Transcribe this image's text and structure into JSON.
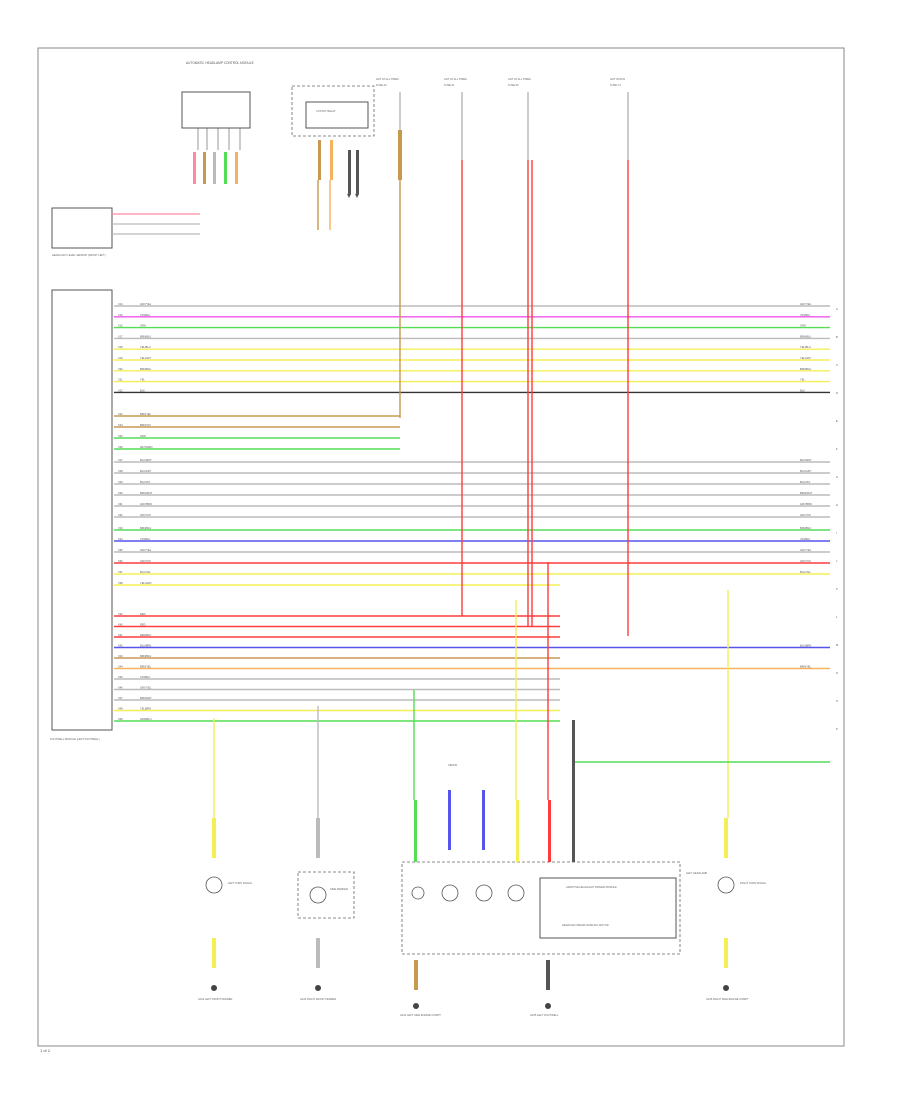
{
  "diagram": {
    "page_label": "1 of 2",
    "modules": {
      "ctrl_module": "AUTOMATIC HEADLAMP CONTROL MODULE",
      "headlamp_sensor": "HEADLIGHT LEVEL SENSOR (FRONT LEFT)",
      "footwell_module": "FOOTWELL MODULE (LEFT FOOTWELL)",
      "headlamp_assembly": "ADAPTIVE HEADLIGHT DRIVER MODULE",
      "cutout_relay": "CUTOUT RELAY",
      "headlamp_unit_label": "LEFT HEADLAMP",
      "leveling_motor": "HEADLIGHT BEAM LEVELING MOTOR",
      "xenon_label": "XENON",
      "turn_lamp_left": "LEFT TURN SIGNAL",
      "side_marker": "SIDE MARKER",
      "turn_lamp_right": "RIGHT TURN SIGNAL"
    },
    "fuses": [
      {
        "label": "HOT AT ALL TIMES",
        "name": "FUSE 23"
      },
      {
        "label": "HOT AT ALL TIMES",
        "name": "FUSE 41"
      },
      {
        "label": "HOT AT ALL TIMES",
        "name": "FUSE 56"
      },
      {
        "label": "HOT IN RUN",
        "name": "FUSE 74"
      }
    ],
    "grounds": [
      {
        "label": "G102 LEFT FRONT FENDER"
      },
      {
        "label": "G103 RIGHT FRONT FENDER"
      },
      {
        "label": "G104 LEFT SIDE ENGINE COMPT"
      },
      {
        "label": "G105 LEFT FOOTWELL"
      },
      {
        "label": "G106 RIGHT SIDE ENGINE COMPT"
      }
    ],
    "pin_labels": [
      "X14",
      "X15",
      "X16",
      "X17",
      "X18",
      "X19",
      "X20",
      "X21",
      "X22",
      "X23",
      "X24",
      "X25",
      "X26",
      "X27",
      "X28",
      "X29",
      "X30",
      "X31",
      "X32",
      "X33",
      "X34",
      "X35",
      "X36",
      "X37",
      "X38",
      "X39",
      "X40",
      "X41",
      "X42",
      "X43",
      "X44",
      "X45",
      "X46",
      "X47",
      "X48",
      "X49"
    ],
    "wire_labels": [
      "GRY/YEL",
      "VIO/BLU",
      "GRN",
      "BRN/BLU",
      "YEL/BLU",
      "YEL/GRY",
      "BRN/BLU",
      "YEL",
      "BLK",
      "BRN/YEL",
      "BRN/VIO",
      "GRN",
      "WHT/GRN",
      "BLU/WHT",
      "BLU/GRY",
      "BLU/VIO",
      "BRN/WHT",
      "GRY/BRN",
      "GRY/VIO",
      "BRN/BLU",
      "VIO/BLU",
      "GRY/YEL",
      "GRY/VIO",
      "BLU/YEL",
      "YEL/GRN",
      "RED",
      "RED",
      "RED/BLU",
      "BLU/BRN",
      "BRN/BLU",
      "BRN/YEL",
      "VIO/BLU",
      "GRY/YEL",
      "BRN/GRY",
      "YEL/BRN",
      "GRN/BLU"
    ],
    "right_refs": [
      "A",
      "B",
      "C",
      "D",
      "E",
      "F",
      "G",
      "H",
      "I",
      "J",
      "K",
      "L",
      "M",
      "N",
      "O",
      "P"
    ],
    "colors": {
      "frame": "#8a8a8a",
      "red": "#ff3b3b",
      "pink": "#ff8aa0",
      "magenta": "#ee55ee",
      "green": "#55dd55",
      "yellow": "#f5ee55",
      "blue": "#5555ee",
      "gray": "#bbbbbb",
      "brown": "#c89850",
      "black": "#333333",
      "orange": "#f7b25c"
    }
  }
}
